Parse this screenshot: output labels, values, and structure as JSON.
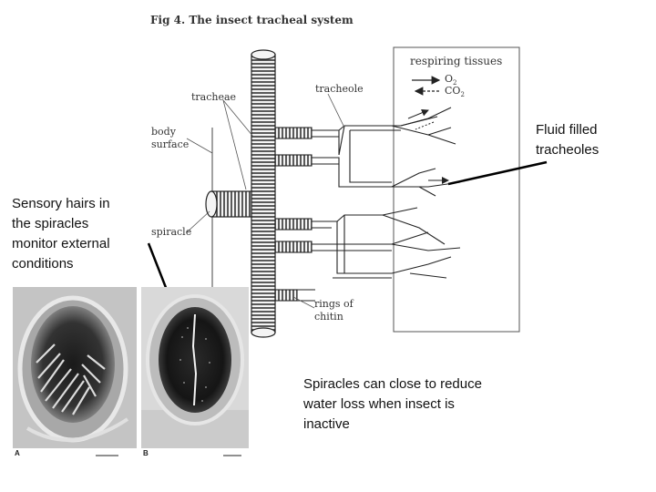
{
  "figure": {
    "title": "Fig 4. The insect tracheal system",
    "respiring_tissues": "respiring tissues",
    "o2": "O",
    "o2_sub": "2",
    "co2": "CO",
    "co2_sub": "2",
    "labels": {
      "tracheae": "tracheae",
      "tracheole": "tracheole",
      "body_surface": "body\nsurface",
      "spiracle": "spiracle",
      "rings_of_chitin": "rings of\nchitin"
    }
  },
  "annotations": {
    "fluid_filled": "Fluid filled\ntracheoles",
    "sensory_hairs": "Sensory hairs in\nthe spiracles\nmonitor external\nconditions",
    "spiracles_close": "Spiracles can close to reduce\nwater loss when insect is\ninactive"
  },
  "photos": {
    "a_letter": "A",
    "b_letter": "B"
  }
}
